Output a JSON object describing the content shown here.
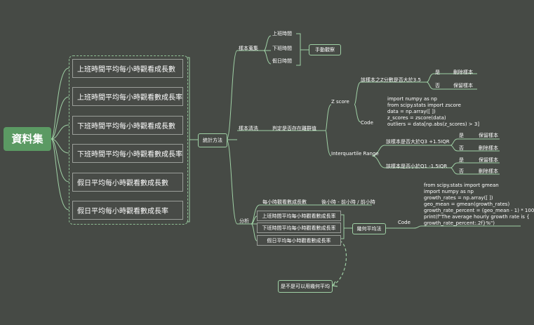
{
  "root": "資料集",
  "datasets": [
    "上班時間平均每小時觀看成長數",
    "上班時間平均每小時觀看數成長率",
    "下班時間平均每小時觀看成長數",
    "下班時間平均每小時觀看數成長率",
    "假日平均每小時觀看數成長數",
    "假日平均每小時觀看數成長率"
  ],
  "stats_method": "統計方法",
  "sample_collection": {
    "label": "樣本蒐集",
    "items": [
      "上班時間",
      "下班時間",
      "假日時間"
    ],
    "note": "手動觀察"
  },
  "sample_cleaning": {
    "label": "樣本清洗",
    "question": "判定是否存在離群值",
    "zscore": {
      "label": "Z score",
      "question": "該樣本之Z分數是否大於3.5",
      "yes": "是",
      "yes_action": "刪除樣本",
      "no": "否",
      "no_action": "保留樣本",
      "code_label": "Code",
      "code": "import numpy as np\nfrom scipy.stats import zscore\ndata = np.array([ ])\nz_scores = zscore(data)\noutliers = data[np.abs(z_scores) > 3]"
    },
    "iqr": {
      "label": "Interquartile Range",
      "q1": "該樣本是否大於Q3 +1.5IQR",
      "q1_yes": "是",
      "q1_yes_action": "保留樣本",
      "q1_no": "否",
      "q1_no_action": "刪除樣本",
      "q2": "該樣本是否小於Q1 -1.5IQR",
      "q2_yes": "是",
      "q2_yes_action": "保留樣本",
      "q2_no": "否",
      "q2_no_action": "刪除樣本"
    }
  },
  "analysis": {
    "label": "分析",
    "growth_count": "每小時觀看數成長數",
    "growth_formula": "後小時 - 前小時 / 前小時",
    "growth_rates": [
      "上班時間平均每小時觀看數成長率",
      "下班時間平均每小時觀看數成長率",
      "假日平均每小時觀看數成長率"
    ],
    "how_avg": "幾何平均法",
    "code_label": "Code",
    "code": "from scipy.stats import gmean\nimport numpy as np\ngrowth_rates = np.array([ ])\ngeo_mean = gmean(growth_rates)\ngrowth_rate_percent = (geo_mean - 1) * 100\nprint(f\"The average hourly growth rate is {\ngrowth_rate_percent:.2f}%\")",
    "question": "是不是可以用幾何平均"
  },
  "colors": {
    "background": "#464a45",
    "root": "#5b9a63",
    "line": "#9fd0a5",
    "text": "#ffffff"
  }
}
